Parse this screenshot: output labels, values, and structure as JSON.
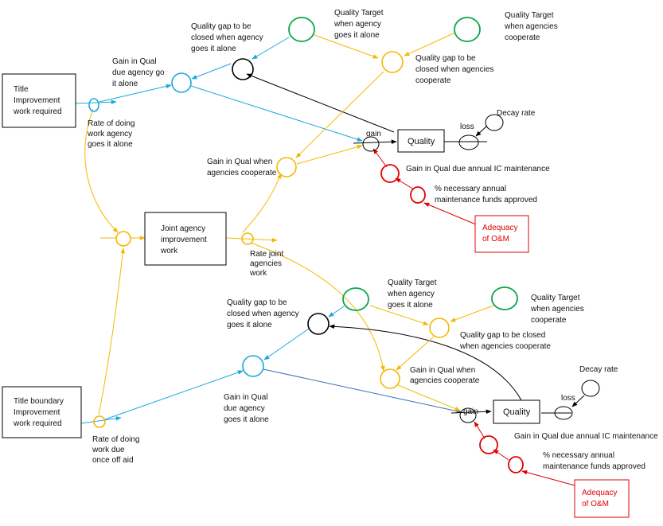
{
  "colors": {
    "blue": "#1ca6df",
    "blue_dark": "#3a6fb8",
    "yellow": "#f5b800",
    "green": "#0aa64a",
    "red": "#e00000",
    "black": "#000000"
  },
  "top": {
    "stock_title_improvement": [
      "Title",
      "Improvement",
      "work required"
    ],
    "rate_alone": [
      "Rate of doing",
      "work agency",
      "goes it alone"
    ],
    "gain_alone": [
      "Gain in Qual",
      "due agency go",
      "it alone"
    ],
    "gap_alone": [
      "Quality gap to be",
      "closed when agency",
      "goes it alone"
    ],
    "target_alone": [
      "Quality Target",
      "when agency",
      "goes it alone"
    ],
    "target_coop": [
      "Quality Target",
      "when agencies",
      "cooperate"
    ],
    "gap_coop": [
      "Quality gap to be",
      "closed when agencies",
      "cooperate"
    ],
    "gain_label": "gain",
    "quality": "Quality",
    "loss_label": "loss",
    "decay_rate": "Decay rate",
    "gain_coop": [
      "Gain in Qual when",
      "agencies cooperate"
    ],
    "gain_ic": "Gain in Qual due annual IC maintenance",
    "pct_funds": [
      "% necessary annual",
      "maintenance funds approved"
    ],
    "adequacy": [
      "Adequacy",
      "of O&M"
    ]
  },
  "middle": {
    "joint_stock": [
      "Joint agency",
      "improvement",
      "work"
    ],
    "rate_joint": [
      "Rate joint",
      "agencies",
      "work"
    ]
  },
  "bottom": {
    "stock_title_boundary": [
      "Title boundary",
      "Improvement",
      "work required"
    ],
    "rate_once_off": [
      "Rate of doing",
      "work due",
      "once off aid"
    ],
    "gap_alone": [
      "Quality gap to be",
      "closed when agency",
      "goes it alone"
    ],
    "target_alone": [
      "Quality Target",
      "when agency",
      "goes it alone"
    ],
    "target_coop": [
      "Quality Target",
      "when agencies",
      "cooperate"
    ],
    "gap_coop": [
      "Quality gap to be closed",
      "when agencies cooperate"
    ],
    "gain_coop": [
      "Gain in Qual when",
      "agencies cooperate"
    ],
    "gain_alone": [
      "Gain in Qual",
      "due agency",
      "goes it alone"
    ],
    "gain_label": "gain",
    "quality": "Quality",
    "loss_label": "loss",
    "decay_rate": "Decay rate",
    "gain_ic": "Gain in Qual due annual IC maintenance",
    "pct_funds": [
      "% necessary annual",
      "maintenance funds approved"
    ],
    "adequacy": [
      "Adequacy",
      "of O&M"
    ]
  }
}
